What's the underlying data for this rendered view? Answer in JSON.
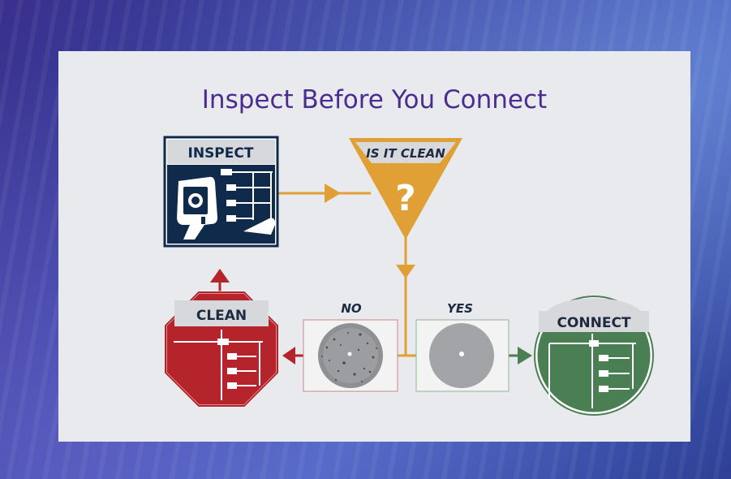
{
  "title": "Inspect Before You Connect",
  "nodes": {
    "inspect": "INSPECT",
    "is_it_clean": "IS IT CLEAN",
    "question_mark": "?",
    "clean": "CLEAN",
    "connect": "CONNECT"
  },
  "labels": {
    "no": "NO",
    "yes": "YES"
  },
  "colors": {
    "inspect": "#0f2a4a",
    "decision": "#e0a035",
    "clean": "#b5232b",
    "connect": "#4a7f54",
    "title": "#4b2c8f"
  }
}
